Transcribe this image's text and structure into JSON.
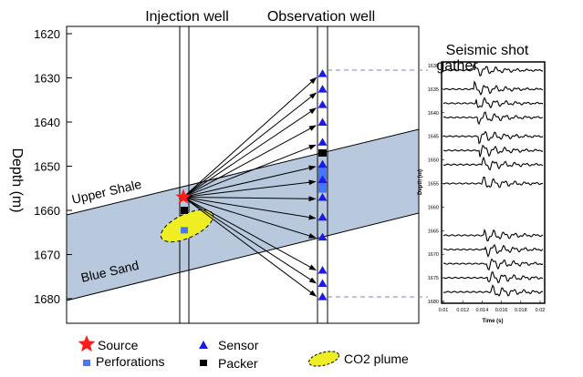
{
  "labels": {
    "injection_well": "Injection well",
    "observation_well": "Observation well",
    "seismic_title_line1": "Seismic shot",
    "seismic_title_line2": "gather",
    "y_axis": "Depth (m)",
    "upper_shale": "Upper Shale",
    "blue_sand": "Blue Sand"
  },
  "depth_axis": {
    "ticks": [
      "1620",
      "1630",
      "1640",
      "1650",
      "1660",
      "1670",
      "1680"
    ],
    "range_m": [
      1617,
      1687
    ]
  },
  "injection_well": {
    "source_depth_m": 1657,
    "packer_depth_m": 1660,
    "perforation_depth_m": 1664.5
  },
  "observation_well": {
    "sensor_depths_m": [
      1629,
      1632.5,
      1636,
      1640,
      1644.5,
      1649.5,
      1653,
      1657,
      1661.5,
      1666,
      1673.5,
      1676.5,
      1679.5
    ],
    "packer_depth_m": 1647
  },
  "seismic_gather": {
    "y_ticks": [
      "1630",
      "1635",
      "1640",
      "1645",
      "1650",
      "1655",
      "1660",
      "1665",
      "1670",
      "1675",
      "1680"
    ],
    "y_label": "Depth (m)",
    "x_ticks": [
      "0.01",
      "0.012",
      "0.014",
      "0.016",
      "0.018",
      "0.02"
    ],
    "x_label": "Time (s)",
    "trace_depths_m": [
      1631,
      1635,
      1638,
      1641,
      1645,
      1648,
      1651,
      1655,
      1666,
      1669,
      1672,
      1675,
      1678
    ]
  },
  "legend": {
    "source": "Source",
    "perforations": "Perforations",
    "sensor": "Sensor",
    "packer": "Packer",
    "co2_plume": "CO2 plume"
  },
  "colors": {
    "sand": "#b8c9de",
    "plume": "#eeee22",
    "source": "#ff1a1a",
    "sensor": "#1a1aee",
    "perforation": "#4477ff",
    "guide_line": "#7788aa"
  }
}
